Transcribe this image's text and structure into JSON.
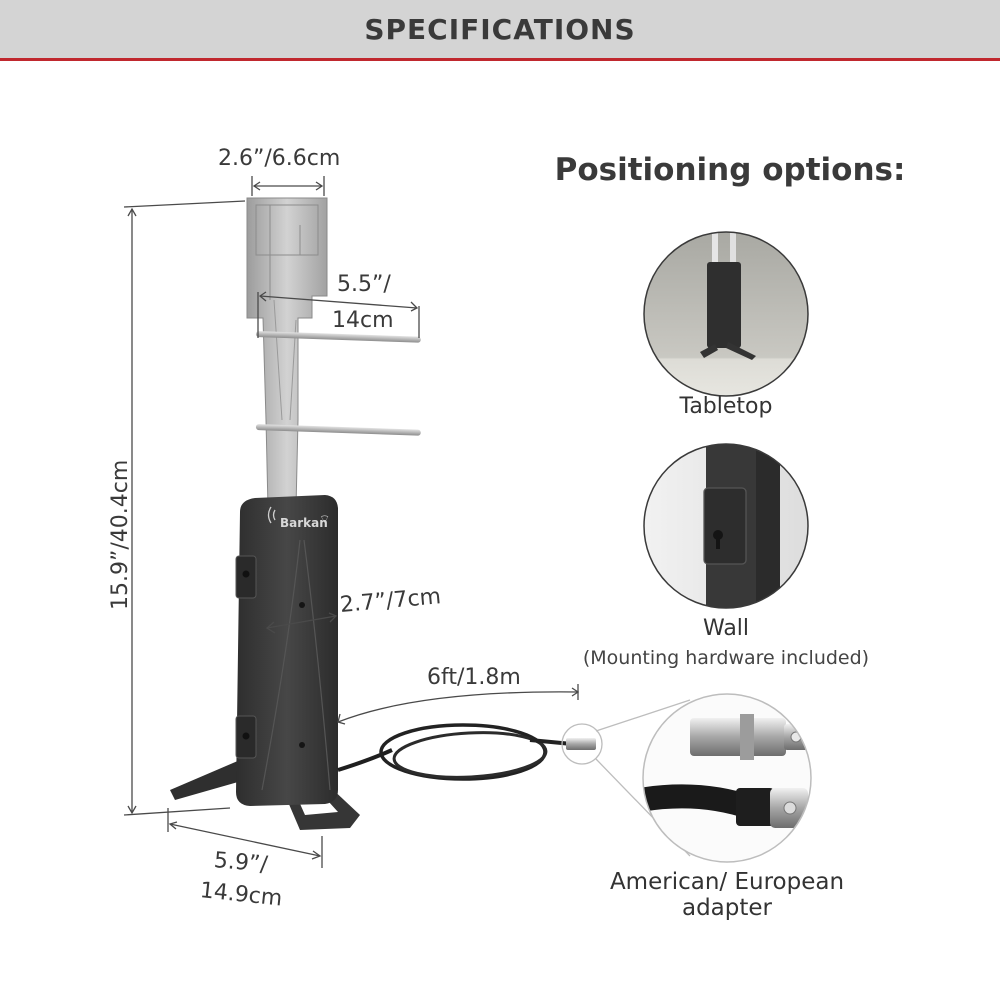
{
  "header": {
    "title": "SPECIFICATIONS"
  },
  "brand": {
    "logo_text": "Barkan"
  },
  "dimensions": {
    "top_width": "2.6”/6.6cm",
    "element_width_line1": "5.5”/",
    "element_width_line2": "14cm",
    "height": "15.9”/40.4cm",
    "body_width": "2.7”/7cm",
    "cable_length": "6ft/1.8m",
    "base_width_line1": "5.9”/",
    "base_width_line2": "14.9cm"
  },
  "positioning": {
    "title": "Positioning options:",
    "tabletop": "Tabletop",
    "wall": "Wall",
    "wall_note": "(Mounting hardware included)",
    "adapter_line1": "American/ European",
    "adapter_line2": "adapter"
  },
  "colors": {
    "header_bg": "#d4d4d4",
    "header_accent": "#c0282e",
    "product_body": "#3b3b3b",
    "antenna_metal": "#b8b8b8"
  }
}
